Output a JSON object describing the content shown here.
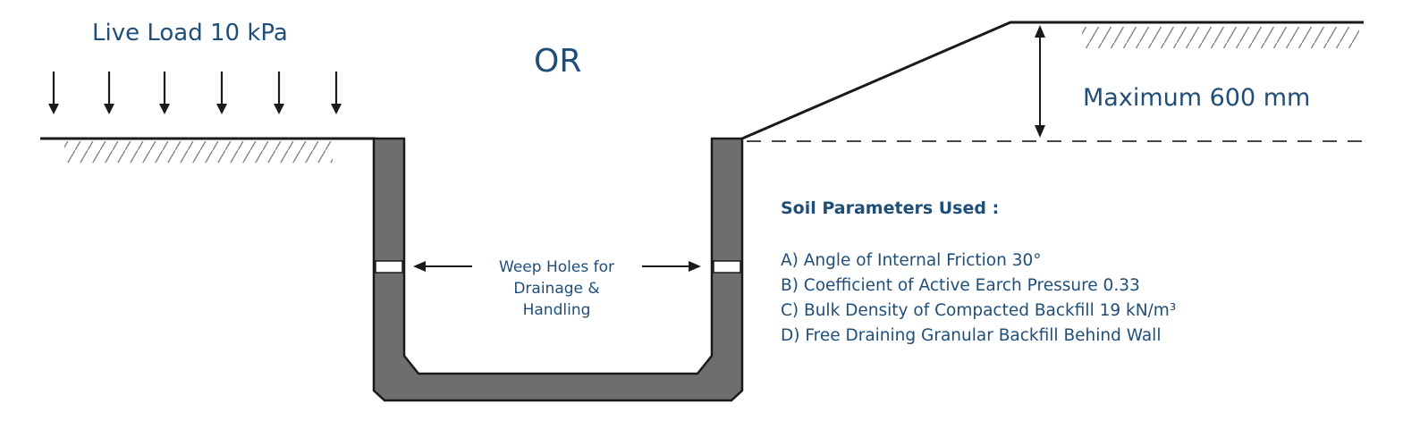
{
  "labels": {
    "live_load": "Live Load 10 kPa",
    "or": "OR",
    "maximum": "Maximum 600 mm",
    "weep_line1": "Weep Holes for",
    "weep_line2": "Drainage &",
    "weep_line3": "Handling"
  },
  "soil": {
    "heading": "Soil Parameters Used :",
    "items": [
      "A) Angle of Internal Friction 30°",
      "B) Coefficient of Active Earch Pressure 0.33",
      "C) Bulk Density of Compacted Backfill 19 kN/m³",
      "D) Free Draining Granular Backfill Behind Wall"
    ]
  },
  "colors": {
    "text": "#1f4e79",
    "drain_fill": "#6e6e6e",
    "line": "#1a1a1a"
  }
}
